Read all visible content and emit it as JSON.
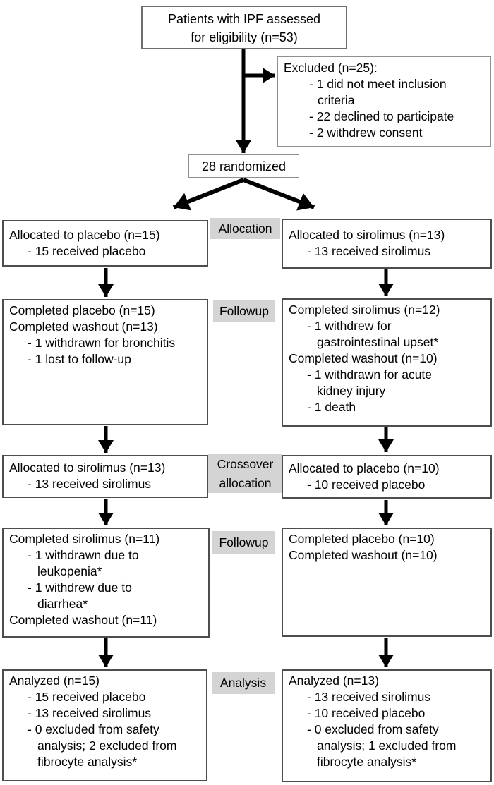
{
  "boxes": {
    "eligibility": {
      "lines": [
        "Patients with IPF assessed",
        "for eligibility (n=53)"
      ]
    },
    "excluded": {
      "lines": [
        "Excluded (n=25):",
        "- 1 did not meet inclusion",
        "criteria",
        "- 22 declined to participate",
        "- 2 withdrew consent"
      ]
    },
    "randomized": {
      "lines": [
        "28 randomized"
      ]
    },
    "alloc_left": {
      "lines": [
        "Allocated to placebo (n=15)",
        "- 15 received placebo"
      ]
    },
    "alloc_right": {
      "lines": [
        "Allocated to sirolimus (n=13)",
        "- 13 received sirolimus"
      ]
    },
    "followup1_left": {
      "lines": [
        "Completed placebo (n=15)",
        "Completed washout (n=13)",
        "- 1 withdrawn for bronchitis",
        "- 1 lost to follow-up"
      ]
    },
    "followup1_right": {
      "lines": [
        "Completed sirolimus (n=12)",
        "- 1 withdrew for",
        "gastrointestinal upset*",
        "Completed washout (n=10)",
        "- 1 withdrawn for acute",
        "kidney injury",
        "- 1 death"
      ]
    },
    "crossover_left": {
      "lines": [
        "Allocated to sirolimus (n=13)",
        "- 13 received sirolimus"
      ]
    },
    "crossover_right": {
      "lines": [
        "Allocated to placebo (n=10)",
        "- 10 received placebo"
      ]
    },
    "followup2_left": {
      "lines": [
        "Completed sirolimus (n=11)",
        "- 1 withdrawn due to",
        "leukopenia*",
        "- 1 withdrew due to",
        "diarrhea*",
        "Completed washout (n=11)"
      ]
    },
    "followup2_right": {
      "lines": [
        "Completed placebo (n=10)",
        "Completed washout (n=10)"
      ]
    },
    "analysis_left": {
      "lines": [
        "Analyzed (n=15)",
        "- 15 received placebo",
        "- 13 received sirolimus",
        "- 0 excluded from safety",
        "analysis; 2 excluded from",
        "fibrocyte analysis*"
      ]
    },
    "analysis_right": {
      "lines": [
        "Analyzed (n=13)",
        "- 13 received sirolimus",
        "- 10 received placebo",
        "- 0 excluded from safety",
        "analysis; 1 excluded from",
        "fibrocyte analysis*"
      ]
    }
  },
  "stage_labels": {
    "allocation": "Allocation",
    "followup1": "Followup",
    "crossover": [
      "Crossover",
      "allocation"
    ],
    "followup2": "Followup",
    "analysis": "Analysis"
  },
  "colors": {
    "background": "#ffffff",
    "text": "#000000",
    "box_border": "#4d4d4d",
    "light_border": "#8f8f8f",
    "stage_label_bg": "#d4d4d4",
    "arrow": "#000000"
  }
}
